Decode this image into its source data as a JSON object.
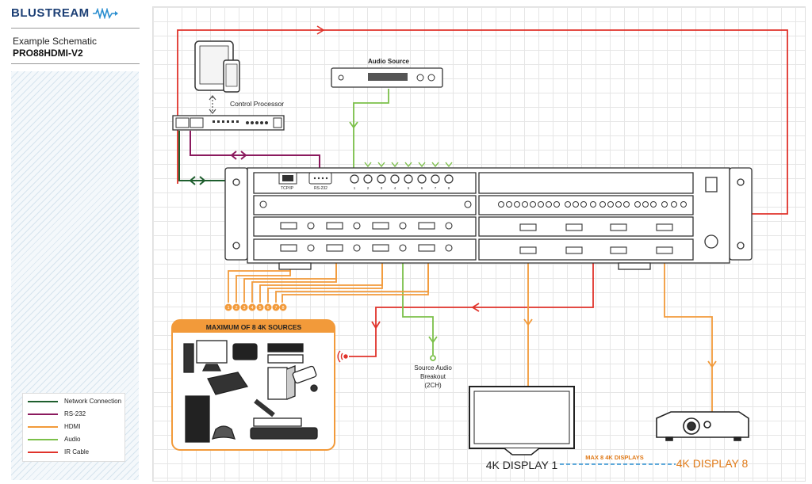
{
  "brand": {
    "logo_text": "BLUSTREAM"
  },
  "sidebar": {
    "schematic_label": "Example Schematic",
    "model": "PRO88HDMI-V2"
  },
  "legend": [
    {
      "label": "Network Connection",
      "color": "#1e5e2e"
    },
    {
      "label": "RS-232",
      "color": "#8b1a5e"
    },
    {
      "label": "HDMI",
      "color": "#f29a3a"
    },
    {
      "label": "Audio",
      "color": "#7cc04a"
    },
    {
      "label": "IR Cable",
      "color": "#e0332b"
    }
  ],
  "labels": {
    "control_processor": "Control Processor",
    "audio_source": "Audio Source",
    "tcp_ip": "TCP/IP",
    "rs232_port": "RS-232",
    "sources_title": "MAXIMUM OF 8 4K SOURCES",
    "source_audio": "Source Audio",
    "breakout": "Breakout",
    "breakout_ch": "(2CH)",
    "display1": "4K DISPLAY 1",
    "display8": "4K DISPLAY 8",
    "max_displays": "MAX 8 4K DISPLAYS"
  },
  "input_numbers": [
    "1",
    "2",
    "3",
    "4",
    "5",
    "6",
    "7",
    "8"
  ],
  "source_numbers": [
    "1",
    "2",
    "3",
    "4",
    "5",
    "6",
    "7",
    "8"
  ],
  "colors": {
    "network": "#1e5e2e",
    "rs232": "#8b1a5e",
    "hdmi": "#f29a3a",
    "audio": "#7cc04a",
    "ir": "#e0332b",
    "brand": "#1c3f75"
  }
}
